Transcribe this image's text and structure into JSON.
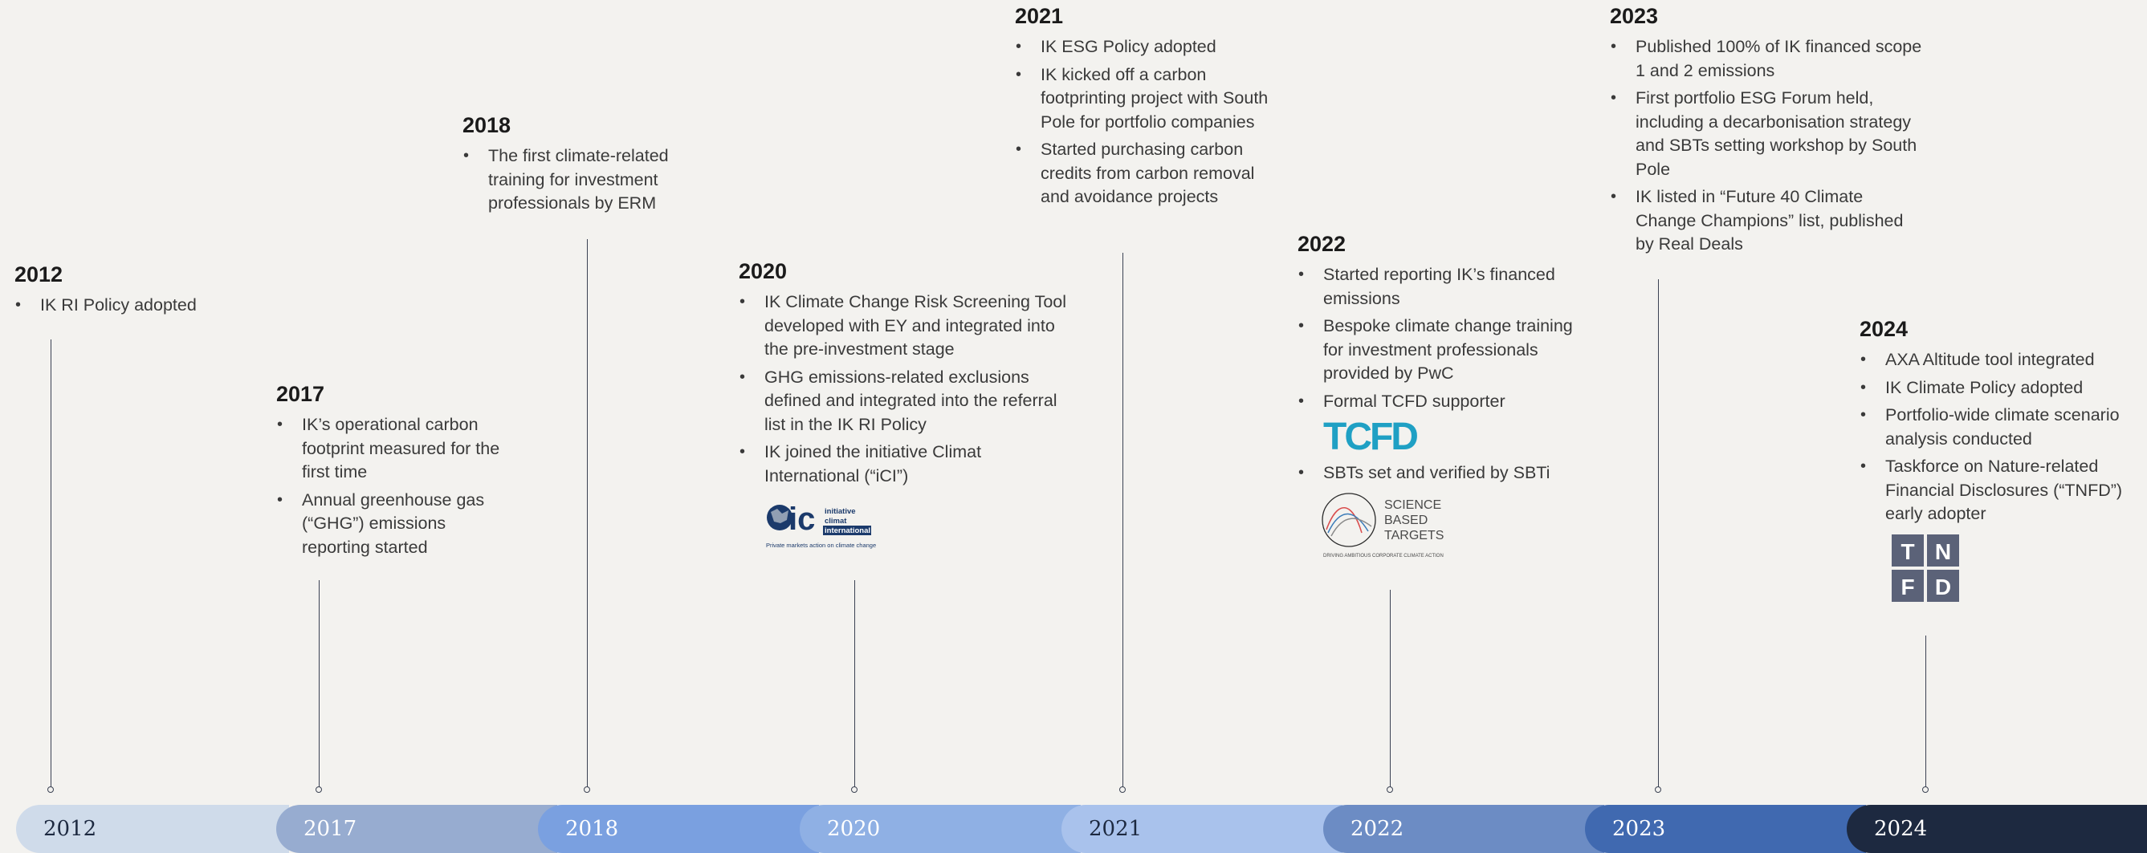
{
  "milestones": [
    {
      "year": "2012",
      "items": [
        "IK RI Policy adopted"
      ]
    },
    {
      "year": "2017",
      "items": [
        "IK’s operational carbon footprint measured for the first time",
        "Annual greenhouse gas (“GHG”) emissions reporting started"
      ]
    },
    {
      "year": "2018",
      "items": [
        "The first climate-related training for investment professionals by ERM"
      ]
    },
    {
      "year": "2020",
      "items": [
        "IK Climate Change Risk Screening Tool developed with EY and integrated into the pre-investment stage",
        "GHG emissions-related exclusions defined and integrated into the referral list in the IK RI Policy",
        "IK joined the initiative Climat International (“iCI”)"
      ]
    },
    {
      "year": "2021",
      "items": [
        "IK ESG Policy adopted",
        "IK kicked off a carbon footprinting project with South Pole for portfolio companies",
        "Started purchasing carbon credits from carbon removal and avoidance projects"
      ]
    },
    {
      "year": "2022",
      "items": [
        "Started reporting IK’s financed emissions",
        "Bespoke climate change training for investment professionals provided by PwC",
        "Formal TCFD supporter",
        "SBTs set and verified by SBTi"
      ]
    },
    {
      "year": "2023",
      "items": [
        "Published 100% of IK financed scope 1 and 2 emissions",
        "First portfolio ESG Forum held, including a decarbonisation strategy and SBTs setting workshop by South Pole",
        "IK listed in “Future 40 Climate Change Champions” list, published by Real Deals"
      ]
    },
    {
      "year": "2024",
      "items": [
        "AXA Altitude tool integrated",
        "IK Climate Policy adopted",
        "Portfolio-wide climate scenario analysis conducted",
        "Taskforce on Nature-related Financial Disclosures (“TNFD”) early adopter"
      ]
    }
  ],
  "timeline": {
    "labels": [
      "2012",
      "2017",
      "2018",
      "2020",
      "2021",
      "2022",
      "2023",
      "2024"
    ],
    "colors": [
      "#cfdbea",
      "#97acd0",
      "#7aa0e0",
      "#8fb0e4",
      "#a9c2ec",
      "#6c8cc4",
      "#4069b0",
      "#1d2940"
    ],
    "text_colors": [
      "#1d2940",
      "#ffffff",
      "#ffffff",
      "#ffffff",
      "#1d2940",
      "#ffffff",
      "#ffffff",
      "#ffffff"
    ]
  },
  "logos": {
    "ici": {
      "mark": "ic",
      "line1": "initiative",
      "line2": "climat",
      "line3": "international",
      "tagline": "Private markets action on climate change"
    },
    "tcfd": {
      "text": "TCFD"
    },
    "sbt": {
      "line1": "SCIENCE",
      "line2": "BASED",
      "line3": "TARGETS",
      "tagline": "DRIVING AMBITIOUS CORPORATE CLIMATE ACTION"
    },
    "tnfd": {
      "letters": [
        "T",
        "N",
        "F",
        "D"
      ]
    }
  }
}
